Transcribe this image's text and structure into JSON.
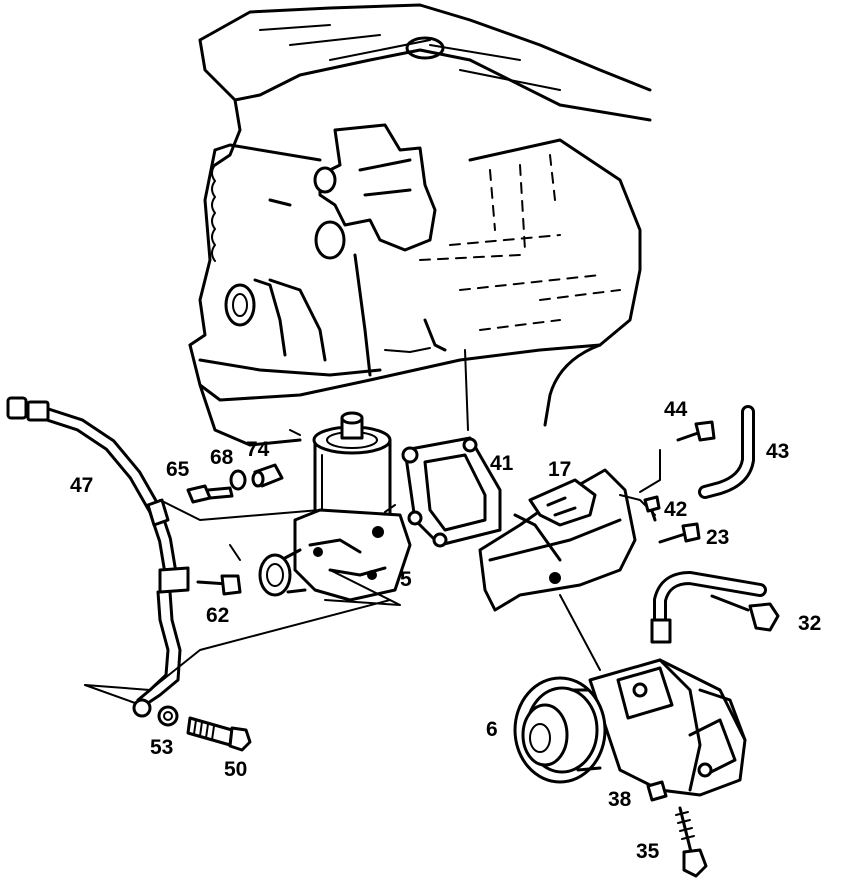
{
  "labels": {
    "l47": "47",
    "l65": "65",
    "l68": "68",
    "l74": "74",
    "l41": "41",
    "l17": "17",
    "l44": "44",
    "l43": "43",
    "l42": "42",
    "l23": "23",
    "l5": "5",
    "l62": "62",
    "l32": "32",
    "l6": "6",
    "l53": "53",
    "l50": "50",
    "l38": "38",
    "l35": "35"
  }
}
